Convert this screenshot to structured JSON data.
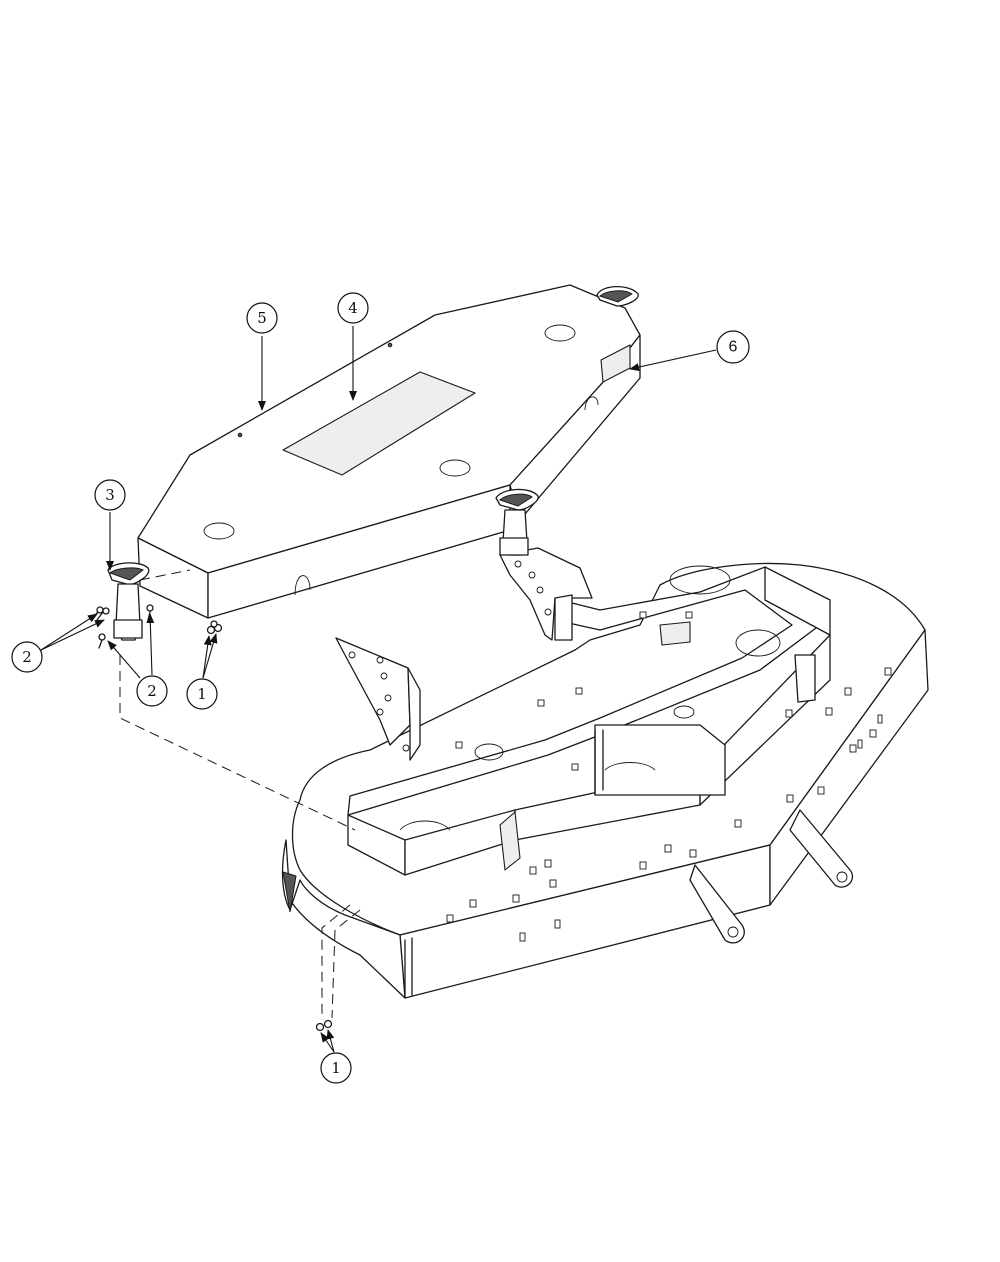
{
  "diagram": {
    "callouts": [
      {
        "id": "c5",
        "label": "5"
      },
      {
        "id": "c4",
        "label": "4"
      },
      {
        "id": "c6",
        "label": "6"
      },
      {
        "id": "c3",
        "label": "3"
      },
      {
        "id": "c2a",
        "label": "2"
      },
      {
        "id": "c2b",
        "label": "2"
      },
      {
        "id": "c1a",
        "label": "1"
      },
      {
        "id": "c1b",
        "label": "1"
      }
    ]
  }
}
